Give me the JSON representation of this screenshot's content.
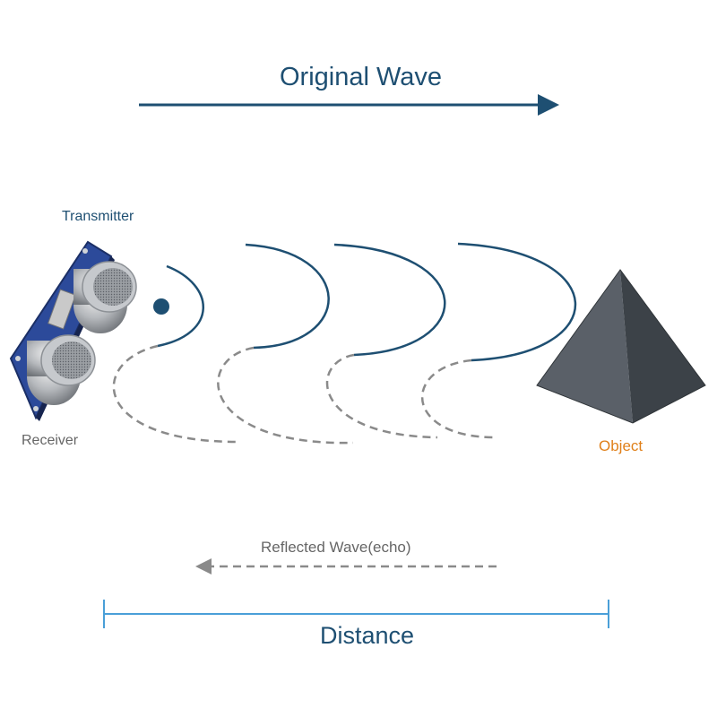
{
  "labels": {
    "original_wave": "Original Wave",
    "transmitter": "Transmitter",
    "receiver": "Receiver",
    "object": "Object",
    "reflected_wave": "Reflected Wave(echo)",
    "distance": "Distance"
  },
  "colors": {
    "wave_blue": "#1e4f72",
    "echo_gray": "#8a8a8a",
    "distance_line": "#4a9fd8",
    "object_label": "#e0801a",
    "pyramid_left": "#5a6068",
    "pyramid_right": "#3c4248",
    "pyramid_front": "#4b5158",
    "sensor_board": "#2c4a9a"
  },
  "icons": [
    "ultrasonic-sensor-icon",
    "pyramid-object-icon"
  ]
}
